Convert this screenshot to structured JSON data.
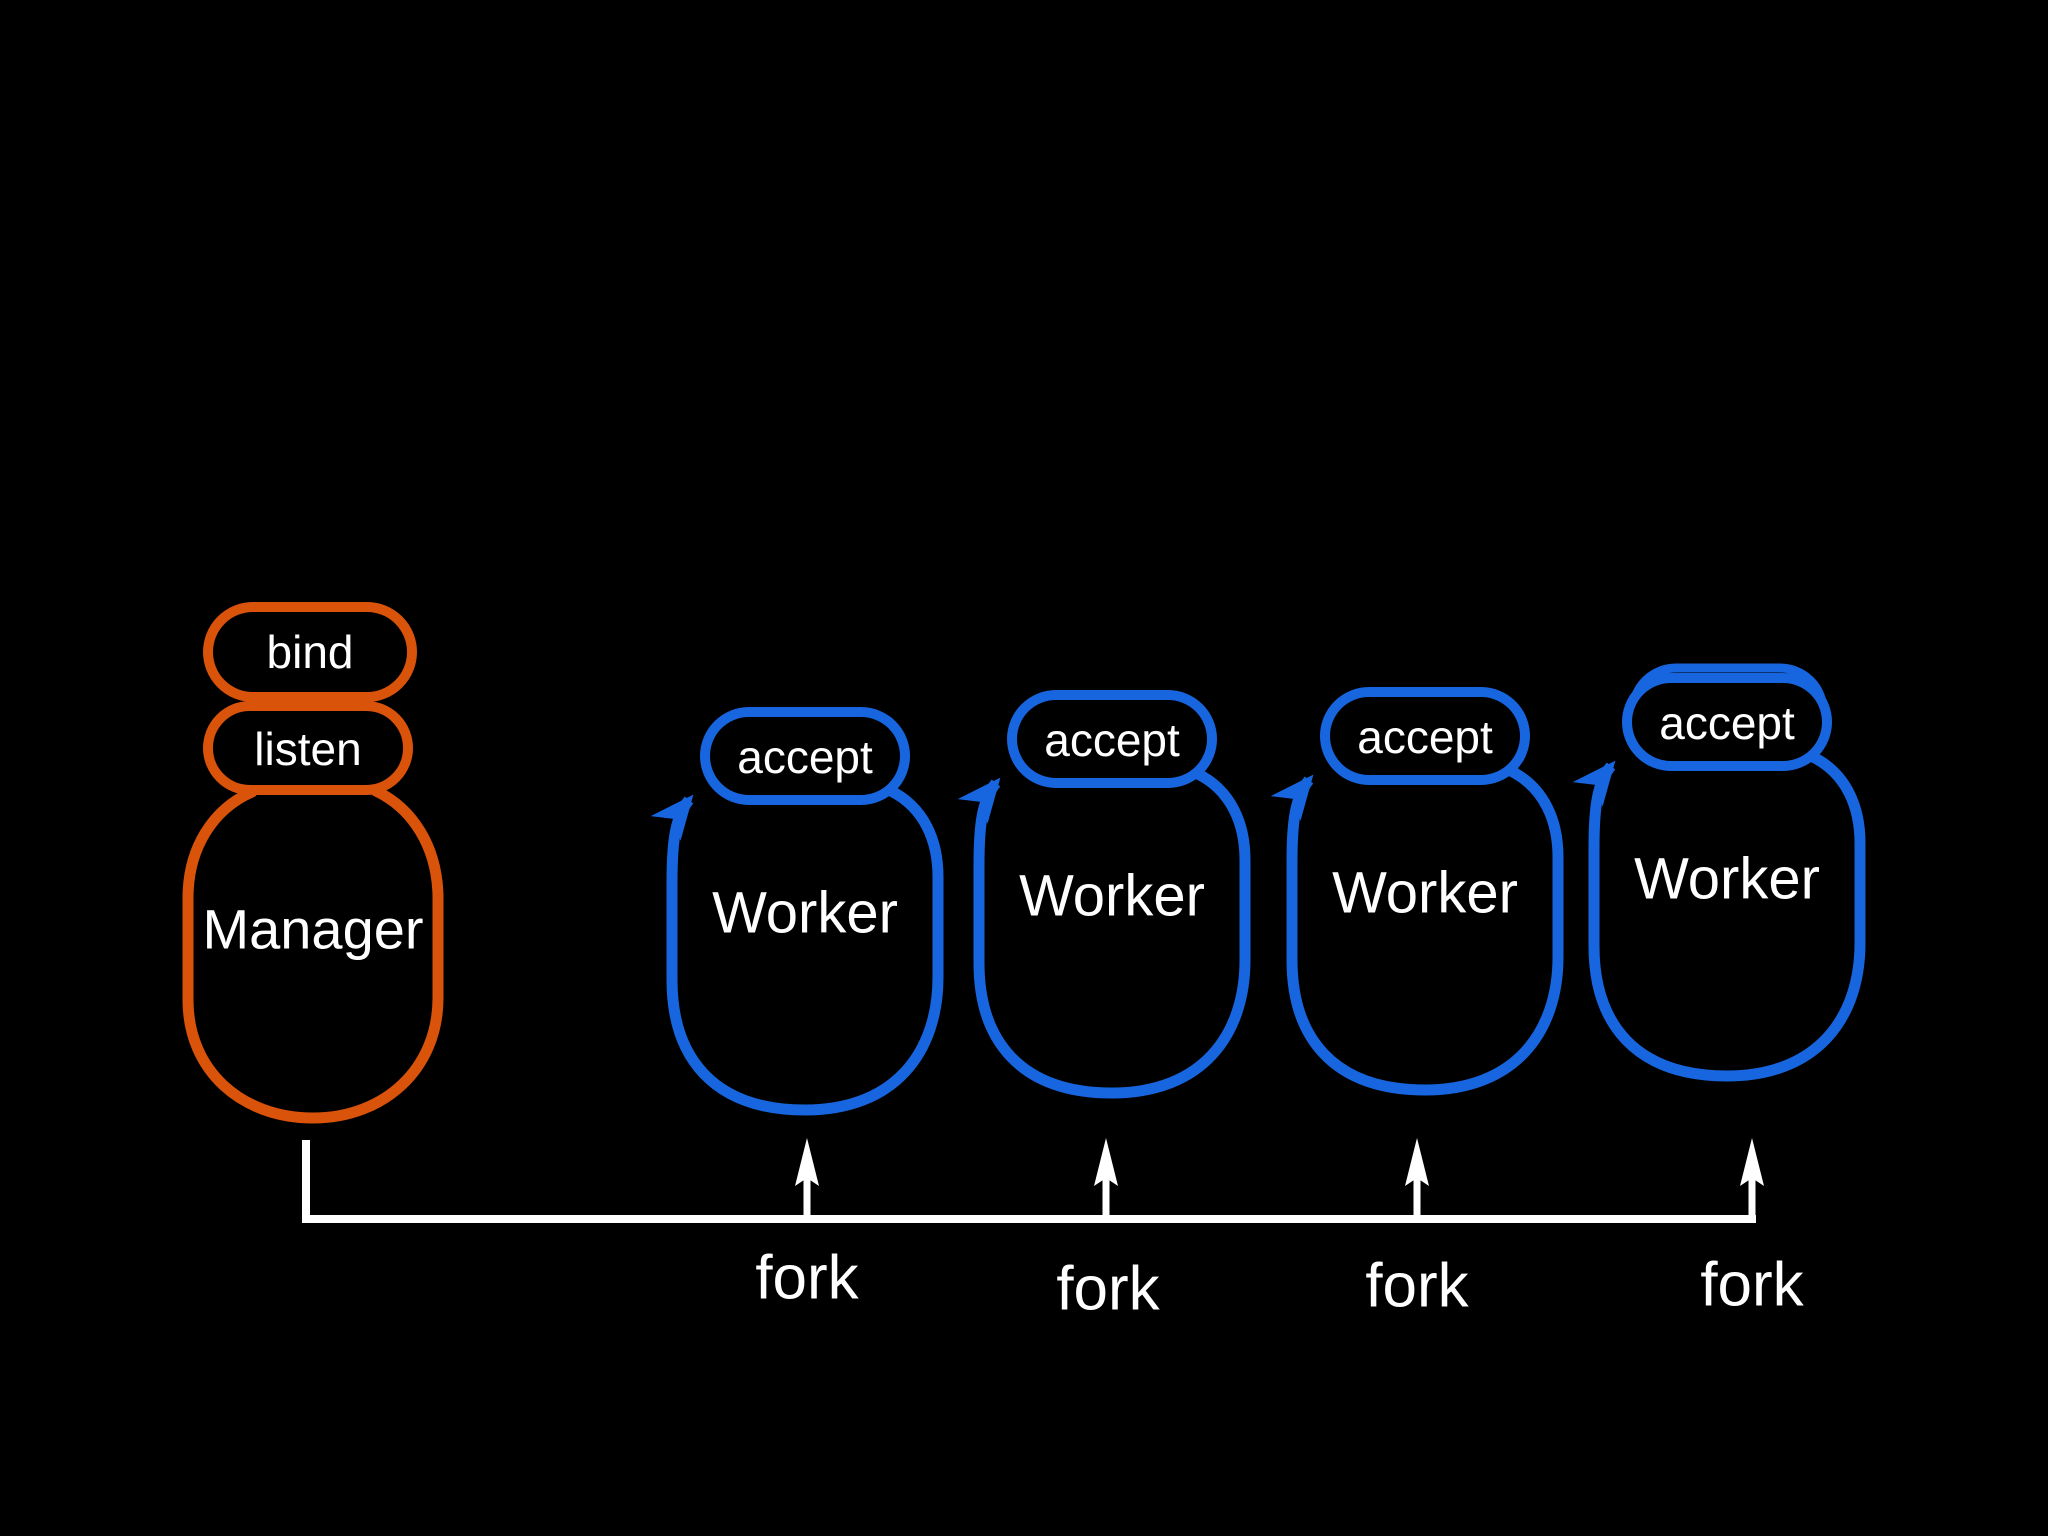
{
  "colors": {
    "background": "#000000",
    "manager_stroke": "#D9530B",
    "worker_stroke": "#1766DF",
    "bracket": "#FFFFFF",
    "label": "#FFFFFF"
  },
  "manager": {
    "label": "Manager",
    "steps": [
      {
        "label": "bind"
      },
      {
        "label": "listen"
      }
    ]
  },
  "workers": [
    {
      "accept_label": "accept",
      "label": "Worker"
    },
    {
      "accept_label": "accept",
      "label": "Worker"
    },
    {
      "accept_label": "accept",
      "label": "Worker"
    },
    {
      "accept_label": "accept",
      "label": "Worker"
    }
  ],
  "forks": [
    {
      "label": "fork"
    },
    {
      "label": "fork"
    },
    {
      "label": "fork"
    },
    {
      "label": "fork"
    }
  ]
}
